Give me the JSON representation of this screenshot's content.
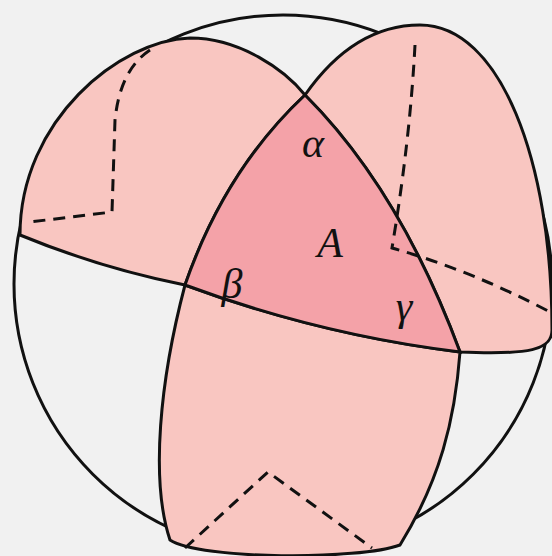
{
  "diagram": {
    "labels": [
      "α",
      "A",
      "β",
      "γ"
    ]
  }
}
